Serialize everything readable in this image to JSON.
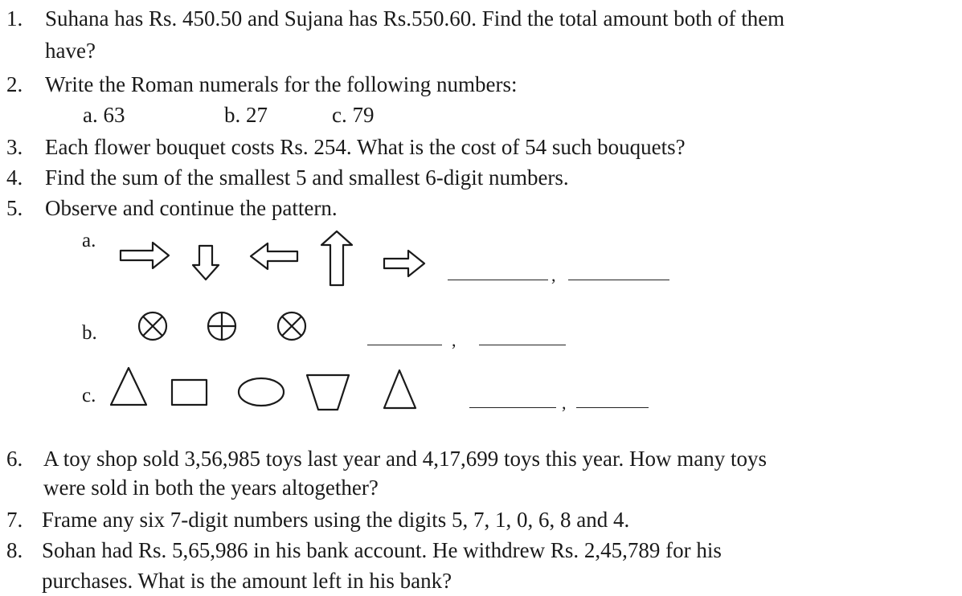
{
  "questions": [
    {
      "num": "1.",
      "text": "Suhana has Rs. 450.50 and Sujana has Rs.550.60. Find the total amount both of them",
      "cont": "have?"
    },
    {
      "num": "2.",
      "text": "Write the Roman numerals for the following numbers:"
    },
    {
      "num": "3.",
      "text": "Each flower bouquet costs Rs. 254. What is the cost of 54 such bouquets?"
    },
    {
      "num": "4.",
      "text": "Find the sum of the smallest 5 and smallest 6-digit numbers."
    },
    {
      "num": "5.",
      "text": "Observe and continue the pattern."
    },
    {
      "num": "6.",
      "text": "A toy shop sold 3,56,985 toys last year and 4,17,699 toys this year. How many toys",
      "cont": "were sold in both the years altogether?"
    },
    {
      "num": "7.",
      "text": "Frame any six 7-digit numbers using the digits 5, 7, 1, 0, 6, 8 and 4."
    },
    {
      "num": "8.",
      "text": "Sohan had Rs. 5,65,986 in his bank account. He withdrew Rs. 2,45,789 for his",
      "cont": "purchases. What is the amount left in his bank?"
    }
  ],
  "roman_parts": [
    "a. 63",
    "b. 27",
    "c. 79"
  ],
  "pattern_rows": [
    {
      "label": "a.",
      "shapes": [
        "arrow-right-icon",
        "arrow-down-icon",
        "arrow-left-icon",
        "arrow-up-icon",
        "arrow-right-icon"
      ]
    },
    {
      "label": "b.",
      "shapes": [
        "circle-times-icon",
        "circle-plus-icon",
        "circle-times-icon"
      ]
    },
    {
      "label": "c.",
      "shapes": [
        "triangle-icon",
        "square-icon",
        "oval-icon",
        "inverted-trapezium-icon",
        "triangle-icon"
      ]
    }
  ],
  "blank_separator": ","
}
